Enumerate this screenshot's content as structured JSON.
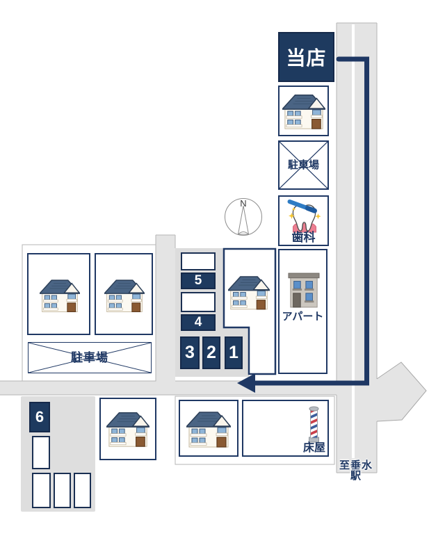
{
  "map": {
    "kind": "real-estate-location-map",
    "shop": {
      "label": "当店"
    },
    "landmarks": {
      "parking_right": "駐車場",
      "parking_left": "駐車場",
      "dental": "歯科",
      "apartment": "アパート",
      "barber": "床屋"
    },
    "station_direction": "至垂水駅",
    "compass": {
      "north": "N"
    },
    "lots": [
      "1",
      "2",
      "3",
      "4",
      "5",
      "6"
    ],
    "icons": [
      "house-icon",
      "apartment-icon",
      "tooth-toothbrush-icon",
      "barber-pole-icon",
      "compass-icon",
      "route-arrow-icon",
      "parking-x-icon"
    ],
    "colors": {
      "navy": "#1f3864",
      "navy_fill": "#1e3a5f",
      "road_gray": "#e4e4e4",
      "ground_gray": "#dcdcdc",
      "white": "#ffffff"
    }
  }
}
